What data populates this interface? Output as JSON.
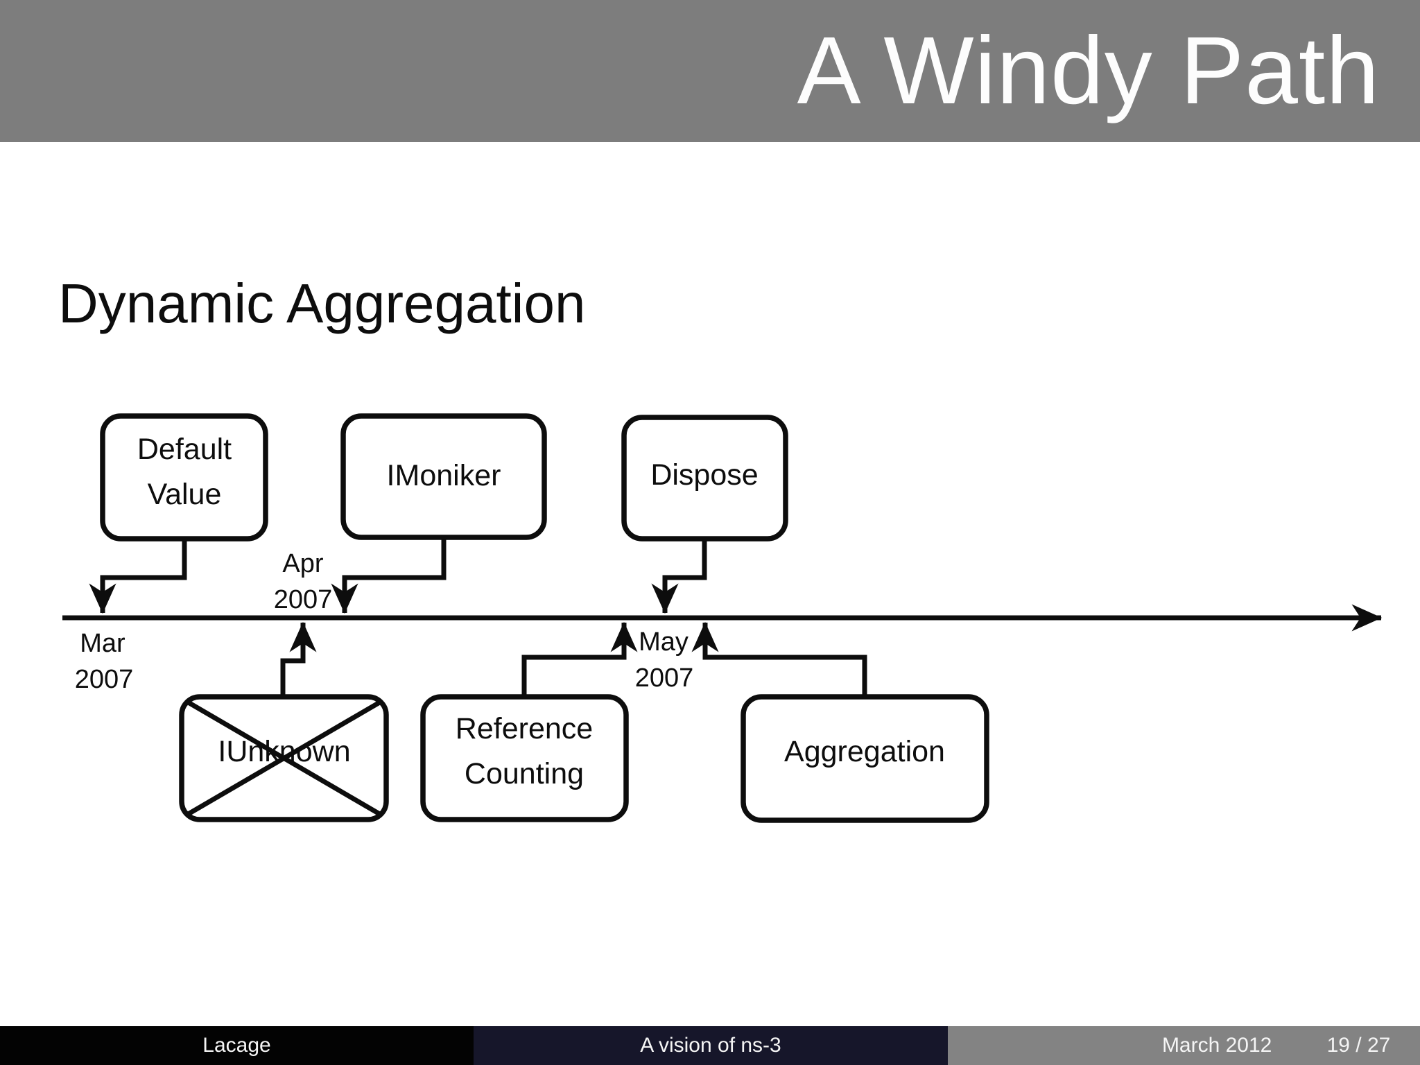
{
  "slide": {
    "title": "A Windy Path",
    "heading": "Dynamic Aggregation"
  },
  "diagram": {
    "boxes": [
      {
        "id": "default-value",
        "line1": "Default",
        "line2": "Value"
      },
      {
        "id": "imoniker",
        "label": "IMoniker"
      },
      {
        "id": "dispose",
        "label": "Dispose"
      },
      {
        "id": "iunknown",
        "label": "IUnknown",
        "crossed": true
      },
      {
        "id": "reference-counting",
        "line1": "Reference",
        "line2": "Counting"
      },
      {
        "id": "aggregation",
        "label": "Aggregation"
      }
    ],
    "months": [
      {
        "id": "mar",
        "month": "Mar",
        "year": "2007",
        "position": "below-line-left"
      },
      {
        "id": "apr",
        "month": "Apr",
        "year": "2007",
        "position": "above-line"
      },
      {
        "id": "may",
        "month": "May",
        "year": "2007",
        "position": "below-line"
      }
    ]
  },
  "footer": {
    "author": "Lacage",
    "deck_title": "A vision of ns-3",
    "date": "March 2012",
    "page": "19 / 27"
  },
  "colors": {
    "ink": "#0d0d0d",
    "header_bg": "#7d7d7d",
    "header_fg": "#fdfdfd",
    "slide_bg": "#ffffff",
    "footer_author_bg": "#030303",
    "footer_title_bg": "#16162a",
    "footer_date_bg": "#838383",
    "footer_fg": "#f5f5f5"
  }
}
